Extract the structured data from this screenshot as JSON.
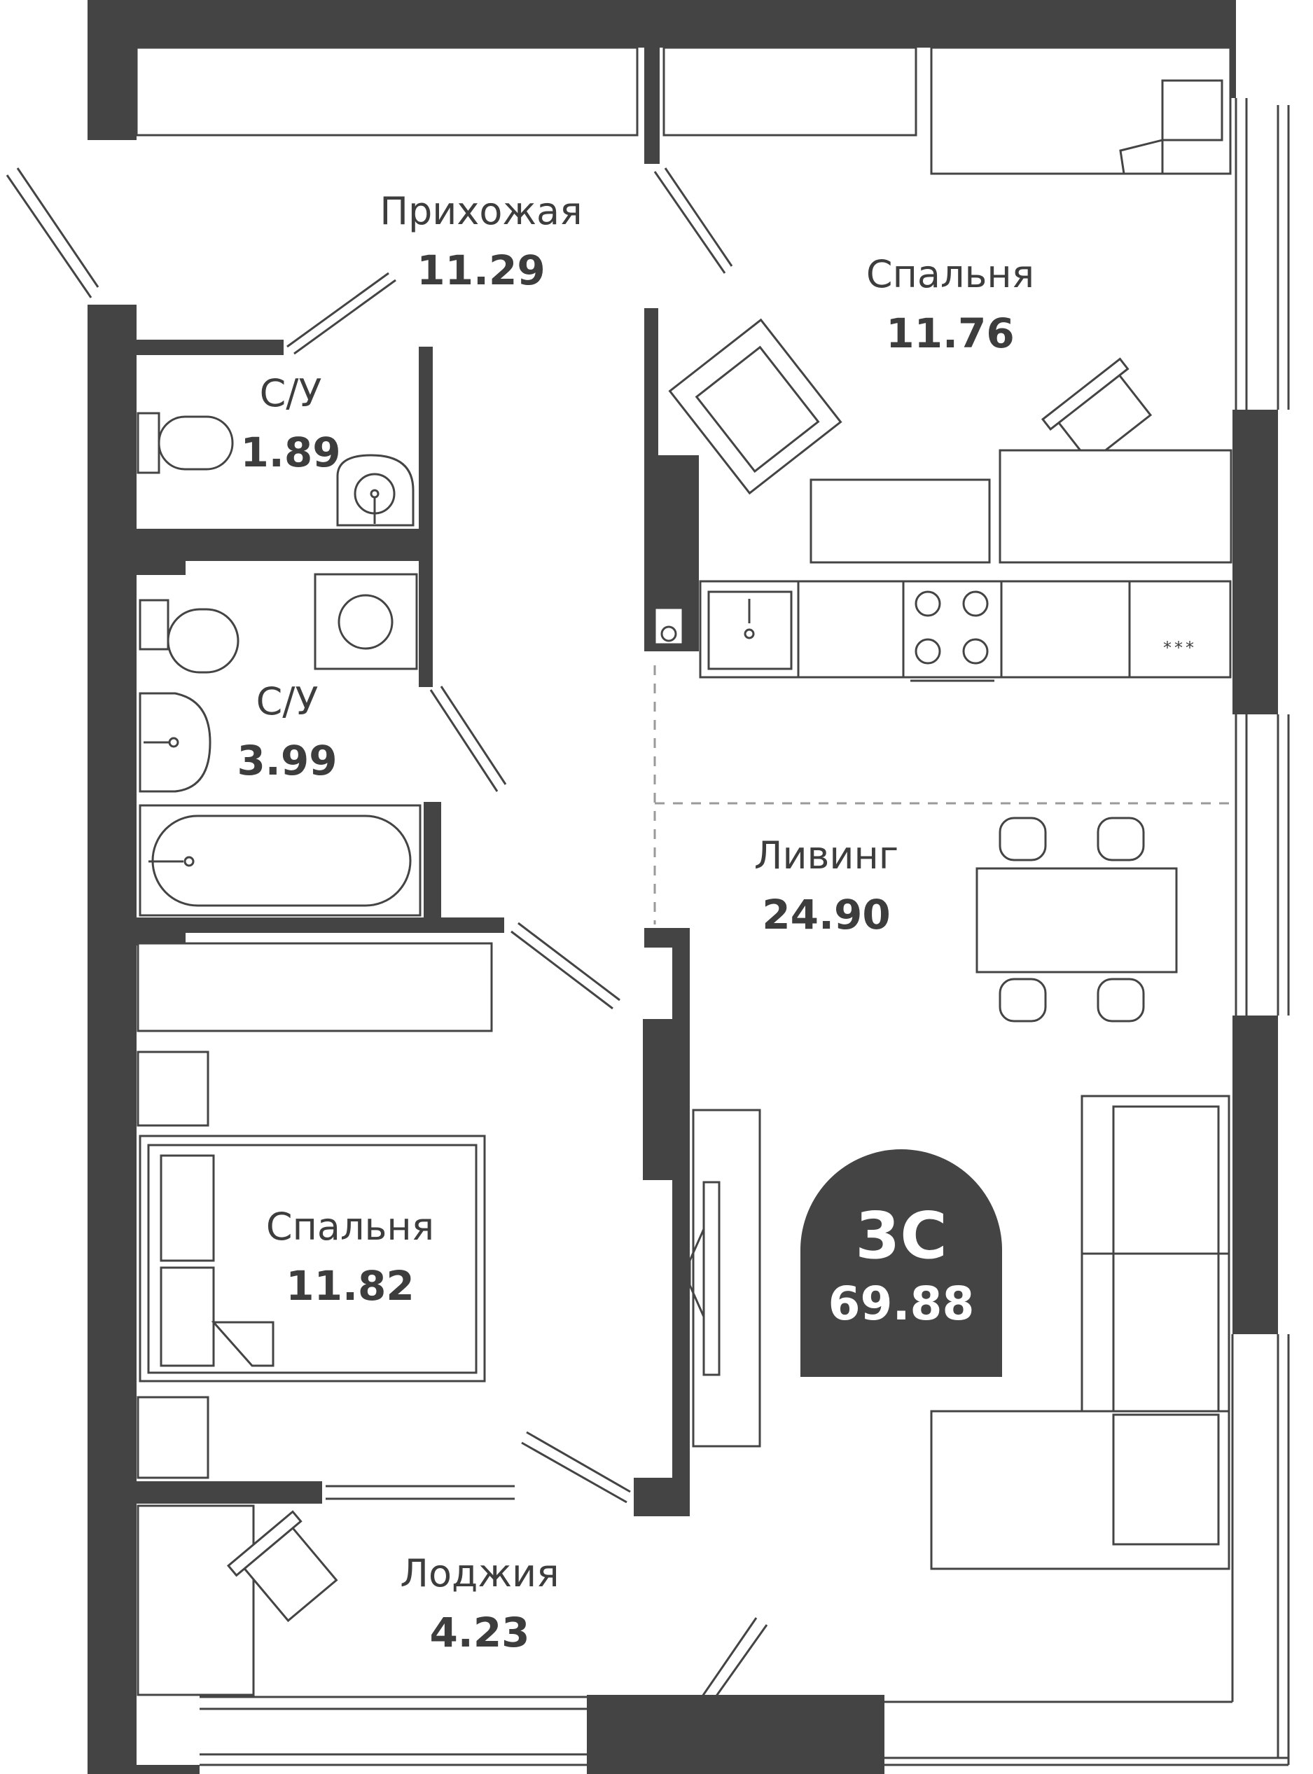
{
  "rooms": {
    "hallway": {
      "name": "Прихожая",
      "area": "11.29"
    },
    "bedroom_top": {
      "name": "Спальня",
      "area": "11.76"
    },
    "wc_small": {
      "name": "С/У",
      "area": "1.89"
    },
    "wc_large": {
      "name": "С/У",
      "area": "3.99"
    },
    "living": {
      "name": "Ливинг",
      "area": "24.90"
    },
    "bedroom_bottom": {
      "name": "Спальня",
      "area": "11.82"
    },
    "loggia": {
      "name": "Лоджия",
      "area": "4.23"
    }
  },
  "apartment": {
    "type": "3С",
    "total_area": "69.88"
  },
  "cooktop_marks": "***",
  "colors": {
    "wall": "#444444",
    "badge": "#444444",
    "text": "#3d3d3d",
    "background": "#ffffff"
  }
}
